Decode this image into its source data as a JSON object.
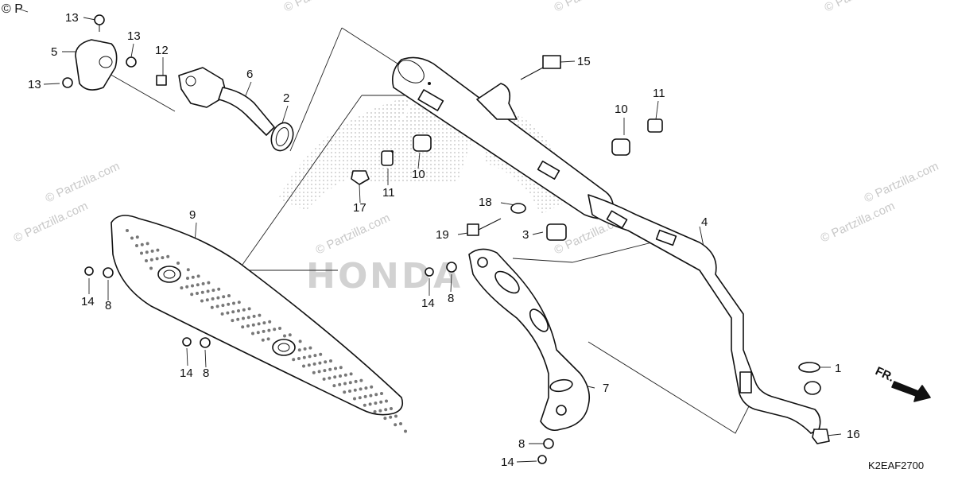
{
  "watermark": {
    "text": "© Partzilla.com",
    "corner_text": "© P"
  },
  "diagram_code": "K2EAF2700",
  "direction_label": "FR.",
  "logo_letters": [
    "H",
    "O",
    "N",
    "D",
    "A"
  ],
  "callouts": [
    {
      "id": "c1",
      "label": "1"
    },
    {
      "id": "c2",
      "label": "2"
    },
    {
      "id": "c3",
      "label": "3"
    },
    {
      "id": "c4",
      "label": "4"
    },
    {
      "id": "c5",
      "label": "5"
    },
    {
      "id": "c6",
      "label": "6"
    },
    {
      "id": "c7",
      "label": "7"
    },
    {
      "id": "c8a",
      "label": "8"
    },
    {
      "id": "c8b",
      "label": "8"
    },
    {
      "id": "c8c",
      "label": "8"
    },
    {
      "id": "c8d",
      "label": "8"
    },
    {
      "id": "c9",
      "label": "9"
    },
    {
      "id": "c10a",
      "label": "10"
    },
    {
      "id": "c10b",
      "label": "10"
    },
    {
      "id": "c11a",
      "label": "11"
    },
    {
      "id": "c11b",
      "label": "11"
    },
    {
      "id": "c12",
      "label": "12"
    },
    {
      "id": "c13a",
      "label": "13"
    },
    {
      "id": "c13b",
      "label": "13"
    },
    {
      "id": "c13c",
      "label": "13"
    },
    {
      "id": "c14a",
      "label": "14"
    },
    {
      "id": "c14b",
      "label": "14"
    },
    {
      "id": "c14c",
      "label": "14"
    },
    {
      "id": "c14d",
      "label": "14"
    },
    {
      "id": "c15",
      "label": "15"
    },
    {
      "id": "c16",
      "label": "16"
    },
    {
      "id": "c17",
      "label": "17"
    },
    {
      "id": "c18",
      "label": "18"
    },
    {
      "id": "c19",
      "label": "19"
    }
  ]
}
